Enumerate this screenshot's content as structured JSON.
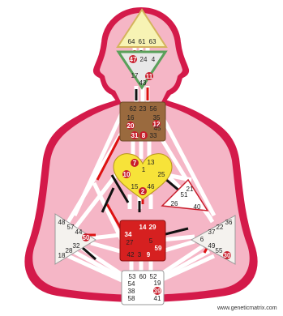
{
  "colors": {
    "body_outer": "#d41a4a",
    "body_inner": "#f5b6c6",
    "channel_white": "#ffffff",
    "channel_red": "#dd1111",
    "channel_black": "#111111",
    "head_fill": "#f7f3b4",
    "ajna_fill": "#e8e8e8",
    "throat_fill": "#9a6a3e",
    "g_fill": "#f7e339",
    "ego_fill": "#ffffff",
    "spleen_fill": "#f4f2ee",
    "sacral_fill": "#d62020",
    "solar_fill": "#f4f2ee",
    "root_fill": "#ffffff",
    "active_gate": "#c81d2b"
  },
  "gates": {
    "head": [
      "64",
      "61",
      "63"
    ],
    "ajna_top": [
      "47",
      "24",
      "4"
    ],
    "ajna_bottom": [
      "17",
      "43",
      "11"
    ],
    "throat": [
      "62",
      "23",
      "56",
      "16",
      "35",
      "20",
      "12",
      "31",
      "8",
      "33",
      "45"
    ],
    "g": [
      "7",
      "1",
      "13",
      "10",
      "25",
      "15",
      "46",
      "2"
    ],
    "ego": [
      "21",
      "51",
      "26",
      "40"
    ],
    "spleen": [
      "48",
      "57",
      "44",
      "50",
      "32",
      "28",
      "18"
    ],
    "solar": [
      "36",
      "22",
      "37",
      "6",
      "49",
      "55",
      "30"
    ],
    "sacral": [
      "34",
      "14",
      "29",
      "5",
      "27",
      "42",
      "3",
      "9",
      "59"
    ],
    "root": [
      "53",
      "60",
      "52",
      "54",
      "19",
      "38",
      "39",
      "58",
      "41"
    ]
  },
  "credit": "www.geneticmatrix.com"
}
